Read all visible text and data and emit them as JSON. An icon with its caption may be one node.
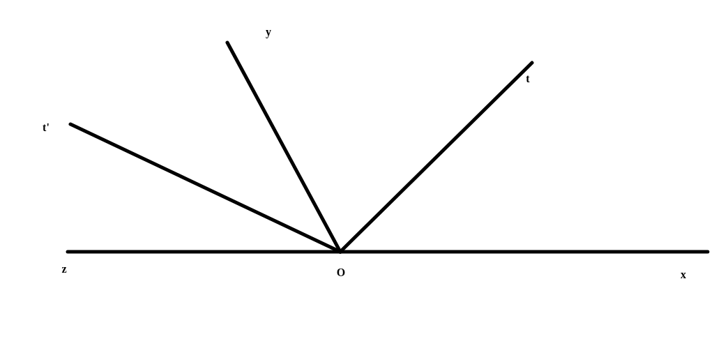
{
  "diagram": {
    "labels": [
      "y",
      "t",
      "t'",
      "z",
      "O",
      "x"
    ]
  }
}
